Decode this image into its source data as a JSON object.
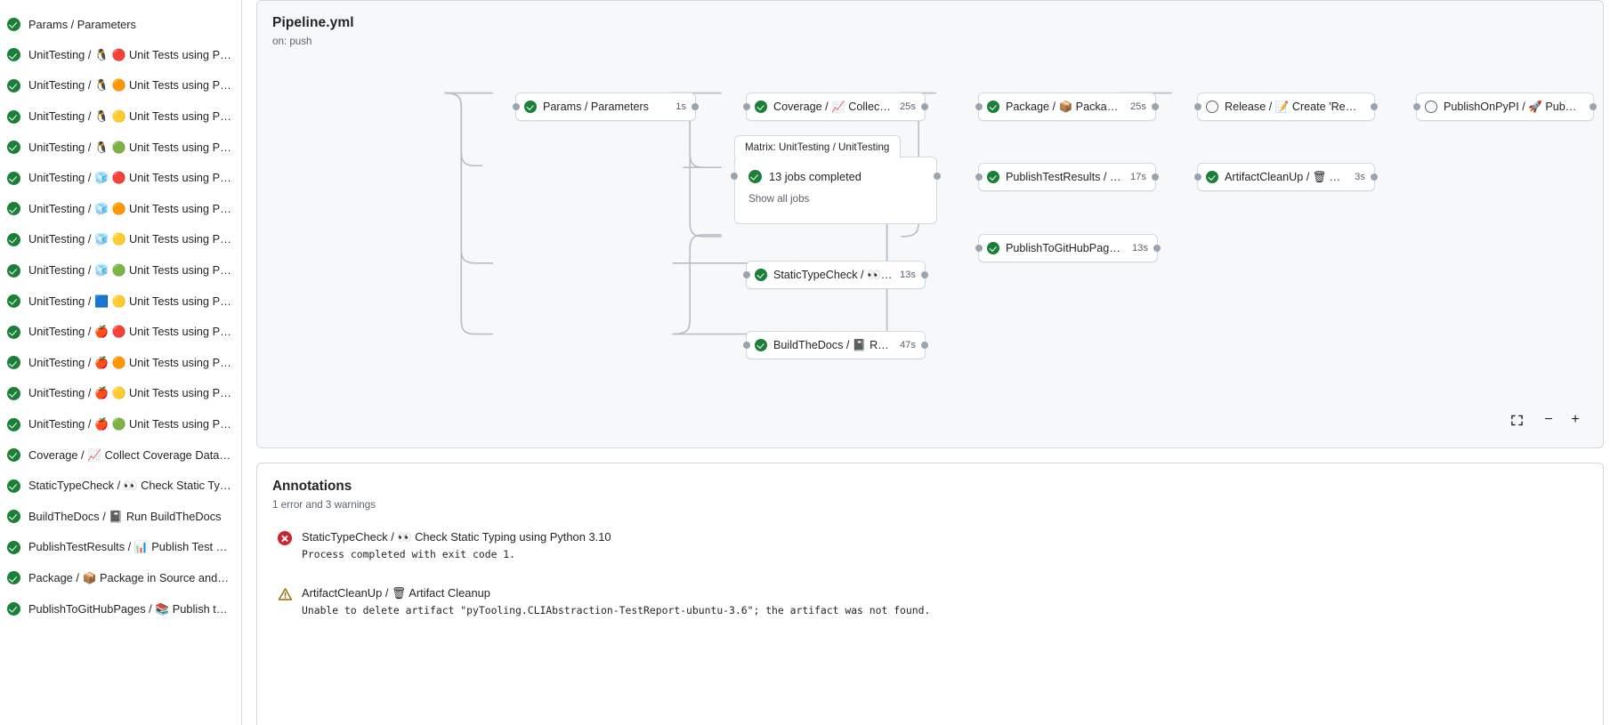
{
  "sidebar": {
    "jobs": [
      {
        "status": "success",
        "label": "Params / Parameters"
      },
      {
        "status": "success",
        "label": "UnitTesting / 🐧 🔴 Unit Tests using Pyth..."
      },
      {
        "status": "success",
        "label": "UnitTesting / 🐧 🟠 Unit Tests using Pyth..."
      },
      {
        "status": "success",
        "label": "UnitTesting / 🐧 🟡 Unit Tests using Pyth..."
      },
      {
        "status": "success",
        "label": "UnitTesting / 🐧 🟢 Unit Tests using Pyth..."
      },
      {
        "status": "success",
        "label": "UnitTesting / 🧊 🔴 Unit Tests using Pyth..."
      },
      {
        "status": "success",
        "label": "UnitTesting / 🧊 🟠 Unit Tests using Pyth..."
      },
      {
        "status": "success",
        "label": "UnitTesting / 🧊 🟡 Unit Tests using Pyth..."
      },
      {
        "status": "success",
        "label": "UnitTesting / 🧊 🟢 Unit Tests using Pyth..."
      },
      {
        "status": "success",
        "label": "UnitTesting / 🟦 🟡 Unit Tests using Pyth..."
      },
      {
        "status": "success",
        "label": "UnitTesting / 🍎 🔴 Unit Tests using Pyth..."
      },
      {
        "status": "success",
        "label": "UnitTesting / 🍎 🟠 Unit Tests using Pyth..."
      },
      {
        "status": "success",
        "label": "UnitTesting / 🍎 🟡 Unit Tests using Pyth..."
      },
      {
        "status": "success",
        "label": "UnitTesting / 🍎 🟢 Unit Tests using Pyth..."
      },
      {
        "status": "success",
        "label": "Coverage / 📈 Collect Coverage Data usi..."
      },
      {
        "status": "success",
        "label": "StaticTypeCheck / 👀 Check Static Typing..."
      },
      {
        "status": "success",
        "label": "BuildTheDocs / 📓 Run BuildTheDocs"
      },
      {
        "status": "success",
        "label": "PublishTestResults / 📊 Publish Test Resu..."
      },
      {
        "status": "success",
        "label": "Package / 📦 Package in Source and Wh..."
      },
      {
        "status": "success",
        "label": "PublishToGitHubPages / 📚 Publish to G..."
      }
    ]
  },
  "graph": {
    "title": "Pipeline.yml",
    "trigger": "on: push",
    "matrix": {
      "tab_label": "Matrix: UnitTesting / UnitTesting",
      "jobs_label": "13 jobs completed",
      "show_all_label": "Show all jobs",
      "status": "success"
    },
    "nodes": [
      {
        "id": "params",
        "status": "success",
        "label": "Params / Parameters",
        "duration": "1s"
      },
      {
        "id": "coverage",
        "status": "success",
        "label": "Coverage / 📈 Collect Cove...",
        "duration": "25s"
      },
      {
        "id": "statictype",
        "status": "success",
        "label": "StaticTypeCheck / 👀 Chec...",
        "duration": "13s"
      },
      {
        "id": "buildthedocs",
        "status": "success",
        "label": "BuildTheDocs / 📓 Run Buil...",
        "duration": "47s"
      },
      {
        "id": "package",
        "status": "success",
        "label": "Package / 📦 Package in So...",
        "duration": "25s"
      },
      {
        "id": "publishtest",
        "status": "success",
        "label": "PublishTestResults / 📊 Pu...",
        "duration": "17s"
      },
      {
        "id": "publishpages",
        "status": "success",
        "label": "PublishToGitHubPages / 📚 ...",
        "duration": "13s"
      },
      {
        "id": "release",
        "status": "pending",
        "label": "Release / 📝 Create 'Release P...",
        "duration": ""
      },
      {
        "id": "artifact",
        "status": "success",
        "label": "ArtifactCleanUp / 🗑 Artifac...",
        "duration": "3s"
      },
      {
        "id": "publishpypi",
        "status": "pending",
        "label": "PublishOnPyPI / 🚀 Publish to ...",
        "duration": ""
      }
    ],
    "zoom_controls": {
      "fit_label": "fit-screen",
      "zoom_out_label": "−",
      "zoom_in_label": "+"
    }
  },
  "annotations": {
    "title": "Annotations",
    "summary": "1 error and 3 warnings",
    "items": [
      {
        "severity": "error",
        "heading": "StaticTypeCheck / 👀 Check Static Typing using Python 3.10",
        "message": "Process completed with exit code 1."
      },
      {
        "severity": "warning",
        "heading": "ArtifactCleanUp / 🗑 Artifact Cleanup",
        "message": "Unable to delete artifact \"pyTooling.CLIAbstraction-TestReport-ubuntu-3.6\"; the artifact was not found."
      }
    ]
  },
  "colors": {
    "success": "#1a7f37",
    "error": "#cf222e",
    "warning": "#bf8700",
    "border": "#d1d9e0",
    "canvas": "#f6f8fa",
    "muted": "#59636e",
    "text": "#1f2328"
  }
}
